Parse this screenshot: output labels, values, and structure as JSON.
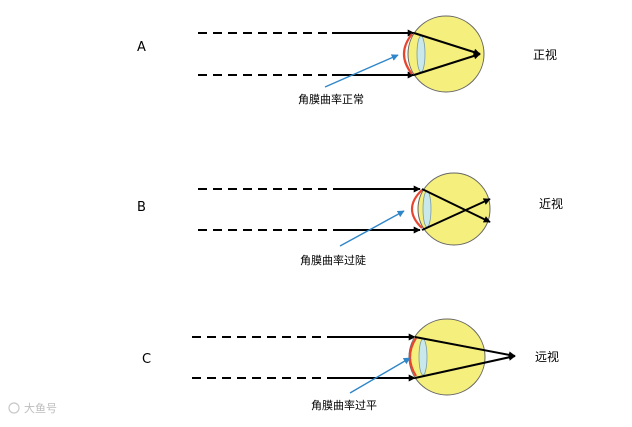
{
  "diagrams": [
    {
      "label": "A",
      "condition": "正视",
      "annotation": "角膜曲率正常"
    },
    {
      "label": "B",
      "condition": "近视",
      "annotation": "角膜曲率过陡"
    },
    {
      "label": "C",
      "condition": "远视",
      "annotation": "角膜曲率过平"
    }
  ],
  "watermark": {
    "text": "大鱼号"
  },
  "colors": {
    "eyeball": "#f5ef7e",
    "eyeball_stroke": "#666666",
    "cornea": "#e8452f",
    "lens": "#c9e8ec",
    "pointer": "#2f86c8",
    "ray": "#000000"
  }
}
